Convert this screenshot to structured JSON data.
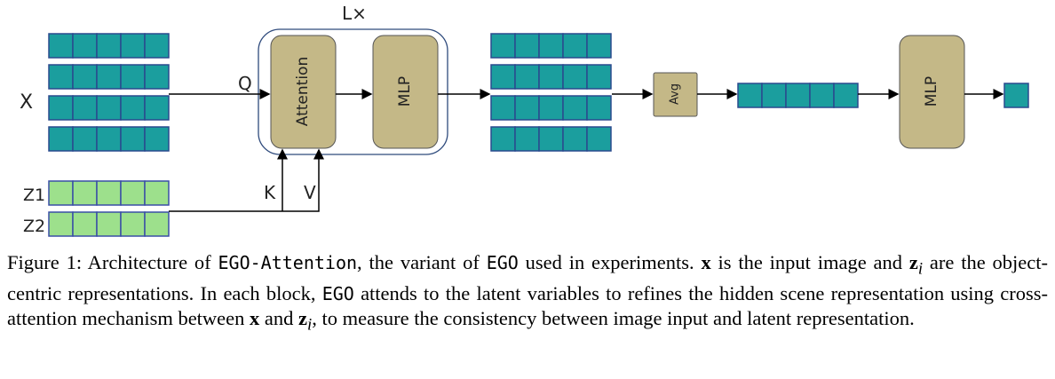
{
  "colors": {
    "teal": "#1b9e9e",
    "teal_border": "#2a4a8e",
    "green": "#9de08c",
    "green_border": "#3a4fa6",
    "tan": "#c4b887",
    "tan_border": "#555555",
    "lx_border": "#2e4a7c",
    "arrow": "#000000"
  },
  "diagram": {
    "input_label": "X",
    "latent_labels": [
      "Z1",
      "Z2"
    ],
    "q_label": "Q",
    "k_label": "K",
    "v_label": "V",
    "repeat_label": "L×",
    "attention_label": "Attention",
    "mlp_label": "MLP",
    "avg_label": "Avg",
    "head_label": "MLP"
  },
  "caption": {
    "prefix": "Figure 1: Architecture of ",
    "method": "EGO-Attention",
    "part1": ", the variant of ",
    "ego1": "EGO",
    "part2": " used in experiments. ",
    "x1": "x",
    "part3": " is the input image and ",
    "z1": "z",
    "sub1": "i",
    "part4": " are the object-centric representations. In each block, ",
    "ego2": "EGO",
    "part5": " attends to the latent variables to refines the hidden scene representation using cross-attention mechanism between ",
    "x2": "x",
    "part6": " and ",
    "z2": "z",
    "sub2": "i",
    "part7": ", to measure the consistency between image input and latent representation."
  }
}
